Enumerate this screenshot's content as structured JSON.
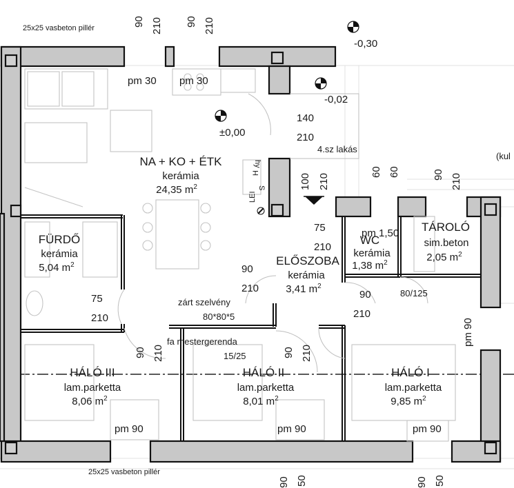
{
  "notes": {
    "pillar_top": "25x25 vasbeton pillér",
    "pillar_bottom": "25x25 vasbeton pillér",
    "apartment": "4.sz lakás",
    "edge_right": "(kul",
    "beam_label": "fa mestergerenda",
    "beam_size": "15/25",
    "window_label": "zárt szelvény",
    "window_size": "80*80*5",
    "lei": "LEI",
    "hy": "hy",
    "h": "H",
    "s": "S"
  },
  "levels": {
    "top_right": "-0,30",
    "terrace": "-0,02",
    "floor": "±0,00"
  },
  "rooms": {
    "living": {
      "name": "NA + KO + ÉTK",
      "finish": "kerámia",
      "area": "24,35 m",
      "sup": "2"
    },
    "bath": {
      "name": "FÜRDŐ",
      "finish": "kerámia",
      "area": "5,04 m",
      "sup": "2"
    },
    "hall": {
      "name": "ELŐSZOBA",
      "finish": "kerámia",
      "area": "3,41 m",
      "sup": "2"
    },
    "wc": {
      "name": "WC",
      "finish": "kerámia",
      "area": "1,38 m",
      "sup": "2"
    },
    "storage": {
      "name": "TÁROLÓ",
      "finish": "sim.beton",
      "area": "2,05 m",
      "sup": "2"
    },
    "bed3": {
      "name": "HÁLÓ III",
      "finish": "lam.parketta",
      "area": "8,06 m",
      "sup": "2"
    },
    "bed2": {
      "name": "HÁLÓ II",
      "finish": "lam.parketta",
      "area": "8,01 m",
      "sup": "2"
    },
    "bed1": {
      "name": "HÁLÓ I",
      "finish": "lam.parketta",
      "area": "9,85 m",
      "sup": "2"
    }
  },
  "sills": {
    "k1": "pm 30",
    "k2": "pm 30",
    "wc": "pm 1,50",
    "b3": "pm 90",
    "b2": "pm 90",
    "b1": "pm 90",
    "right": "pm 90"
  },
  "dims": {
    "top_w1": "90",
    "top_h1": "210",
    "top_w2": "90",
    "top_h2": "210",
    "entry_w": "140",
    "entry_h": "210",
    "step_a": "100",
    "step_b": "210",
    "wc_w": "60",
    "wc_w2": "60",
    "st_w": "90",
    "st_h": "210",
    "hall_w": "75",
    "hall_h": "210",
    "living_door_w": "90",
    "living_door_h": "210",
    "bath_w": "75",
    "bath_h": "210",
    "b1_w": "90",
    "b1_h": "210",
    "b1_door": "80/125",
    "b3_w": "90",
    "b3_h": "210",
    "b2_w": "90",
    "b2_h": "210",
    "bot_a": "90",
    "bot_b": "50",
    "bot_c": "90",
    "bot_d": "50"
  }
}
